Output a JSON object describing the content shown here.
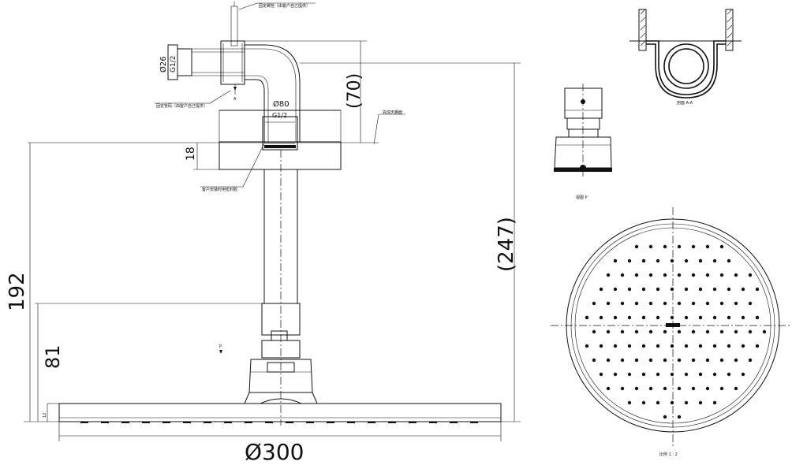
{
  "dimensions": {
    "d_outlet": "Ø26",
    "thread_top": "G1/2",
    "h_70": "(70)",
    "d_flange": "Ø80",
    "thread_flange": "G1/2",
    "h_18": "18",
    "h_192": "192",
    "h_247": "(247)",
    "h_81": "81",
    "h_12": "12",
    "d_head": "Ø300"
  },
  "notes": {
    "fix_bolt": "固定螺栓（由客户自己提供）",
    "fix_pipe": "固定管码（由客户自己提供）",
    "wall_line": "完成天棚面",
    "seal_note": "客户安装时用密封胶",
    "mark_a": "A",
    "mark_p": "P"
  },
  "views": {
    "section_aa": "剖面 A-A",
    "view_p": "视图 P",
    "scale": "比例 1 : 2"
  }
}
